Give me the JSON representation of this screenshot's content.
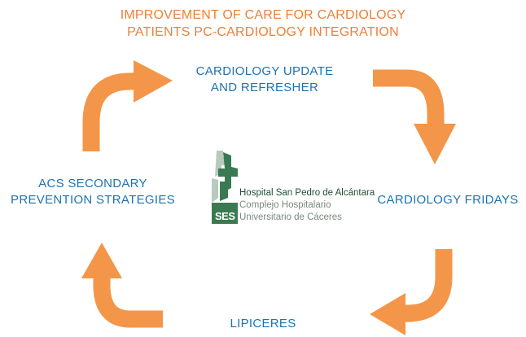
{
  "title": {
    "line1": "IMPROVEMENT OF CARE FOR CARDIOLOGY",
    "line2": "PATIENTS PC-CARDIOLOGY INTEGRATION"
  },
  "cycle": {
    "nodes": [
      {
        "id": "top",
        "lines": [
          "CARDIOLOGY UPDATE",
          "AND REFRESHER"
        ]
      },
      {
        "id": "right",
        "lines": [
          "CARDIOLOGY FRIDAYS"
        ]
      },
      {
        "id": "bottom",
        "lines": [
          "LIPICERES"
        ]
      },
      {
        "id": "left",
        "lines": [
          "ACS SECONDARY",
          "PREVENTION STRATEGIES"
        ]
      }
    ]
  },
  "logo": {
    "name": "Hospital San Pedro de Alcántara",
    "sub1": "Complejo Hospitalario",
    "sub2": "Universitario de Cáceres",
    "badge": "SES"
  },
  "colors": {
    "title": "#ee7f36",
    "node_text": "#1a73b5",
    "arrow": "#f39649",
    "logo_green": "#3a7a52",
    "logo_light": "#b9c9bd"
  }
}
